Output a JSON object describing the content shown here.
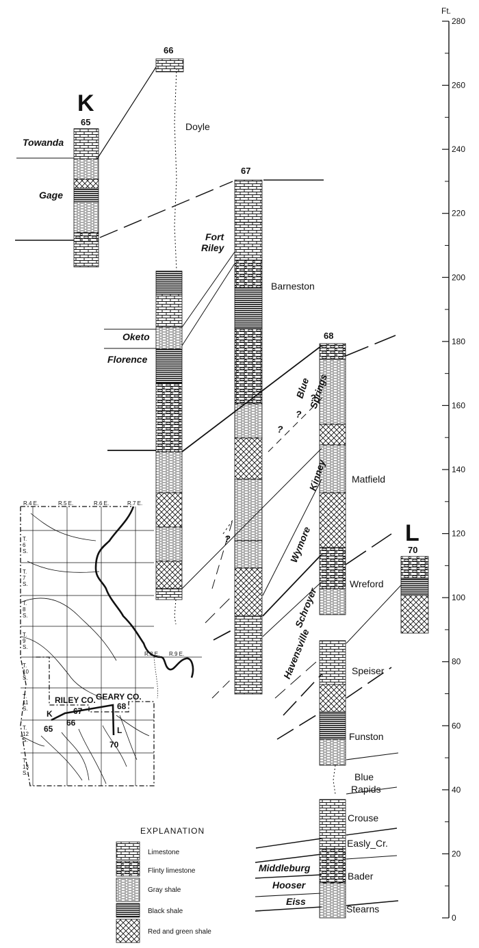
{
  "scale": {
    "unit": "Ft.",
    "ticks": [
      "0",
      "20",
      "40",
      "60",
      "80",
      "100",
      "120",
      "140",
      "160",
      "180",
      "200",
      "220",
      "240",
      "260",
      "280"
    ]
  },
  "sections": [
    {
      "id": "K",
      "number": "65",
      "letter": "K"
    },
    {
      "id": "66",
      "number": "66"
    },
    {
      "id": "67",
      "number": "67"
    },
    {
      "id": "68",
      "number": "68"
    },
    {
      "id": "L",
      "number": "70",
      "letter": "L"
    }
  ],
  "unit_labels": {
    "doyle": "Doyle",
    "barneston": "Barneston",
    "matfield": "Matfield",
    "wreford": "Wreford",
    "speiser": "Speiser",
    "funston": "Funston",
    "blue_rapids_1": "Blue",
    "blue_rapids_2": "Rapids",
    "crouse": "Crouse",
    "easly_cr": "Easly_Cr.",
    "bader": "Bader",
    "stearns": "Stearns"
  },
  "member_labels": {
    "towanda": "Towanda",
    "gage": "Gage",
    "fort_riley_1": "Fort",
    "fort_riley_2": "Riley",
    "oketo": "Oketo",
    "florence": "Florence",
    "blue_springs_1": "Blue",
    "blue_springs_2": "Springs",
    "kinney": "Kinney",
    "wymore": "Wymore",
    "schroyer": "Schroyer",
    "havensville": "Havensville",
    "middleburg": "Middleburg",
    "hooser": "Hooser",
    "eiss": "Eiss",
    "query": "?"
  },
  "map": {
    "ranges": [
      "R.4 E.",
      "R.5 E.",
      "R.6 E.",
      "R.7 E.",
      "R.8 E.",
      "R.9 E."
    ],
    "townships": [
      {
        "t": "T.",
        "n": "6",
        "s": "S."
      },
      {
        "t": "T.",
        "n": "7",
        "s": "S."
      },
      {
        "t": "T.",
        "n": "8",
        "s": "S."
      },
      {
        "t": "T.",
        "n": "9",
        "s": "S."
      },
      {
        "t": "T.",
        "n": "10",
        "s": "S."
      },
      {
        "t": "T.",
        "n": "11",
        "s": "S."
      },
      {
        "t": "T.",
        "n": "12",
        "s": "S."
      },
      {
        "t": "T.",
        "n": "13",
        "s": "S."
      }
    ],
    "counties": [
      "RILEY CO.",
      "GEARY CO."
    ],
    "points": [
      "K",
      "65",
      "66",
      "67",
      "68",
      "L",
      "70"
    ]
  },
  "explanation": {
    "title": "EXPLANATION",
    "items": [
      "Limestone",
      "Flinty limestone",
      "Gray shale",
      "Black shale",
      "Red and green shale"
    ]
  }
}
